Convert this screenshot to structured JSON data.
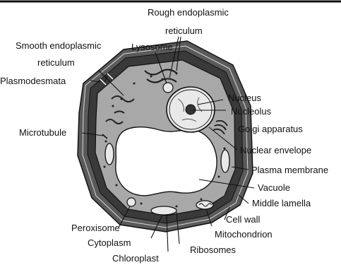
{
  "labels": {
    "rough_er_line1": "Rough endoplasmic",
    "rough_er_line2": "reticulum",
    "smooth_er_line1": "Smooth endoplasmic",
    "smooth_er_line2": "reticulum",
    "lysosome": "Lysosome",
    "plasmodesmata": "Plasmodesmata",
    "nucleus": "Nucleus",
    "nucleolus": "Nucleolus",
    "golgi": "Golgi apparatus",
    "microtubule": "Microtubule",
    "nuclear_envelope": "Nuclear envelope",
    "plasma_membrane": "Plasma membrane",
    "vacuole": "Vacuole",
    "middle_lamella": "Middle lamella",
    "cell_wall": "Cell wall",
    "peroxisome": "Peroxisome",
    "mitochondrion": "Mitochondrion",
    "cytoplasm": "Cytoplasm",
    "ribosomes": "Ribosomes",
    "chloroplast": "Chloroplast"
  },
  "colors": {
    "ink": "#111111",
    "wall_fill": "#3a3a3a",
    "cytoplasm_fill": "#a8a8a8",
    "organelle_fill": "#e9e9e9",
    "vacuole_fill": "#ffffff"
  }
}
